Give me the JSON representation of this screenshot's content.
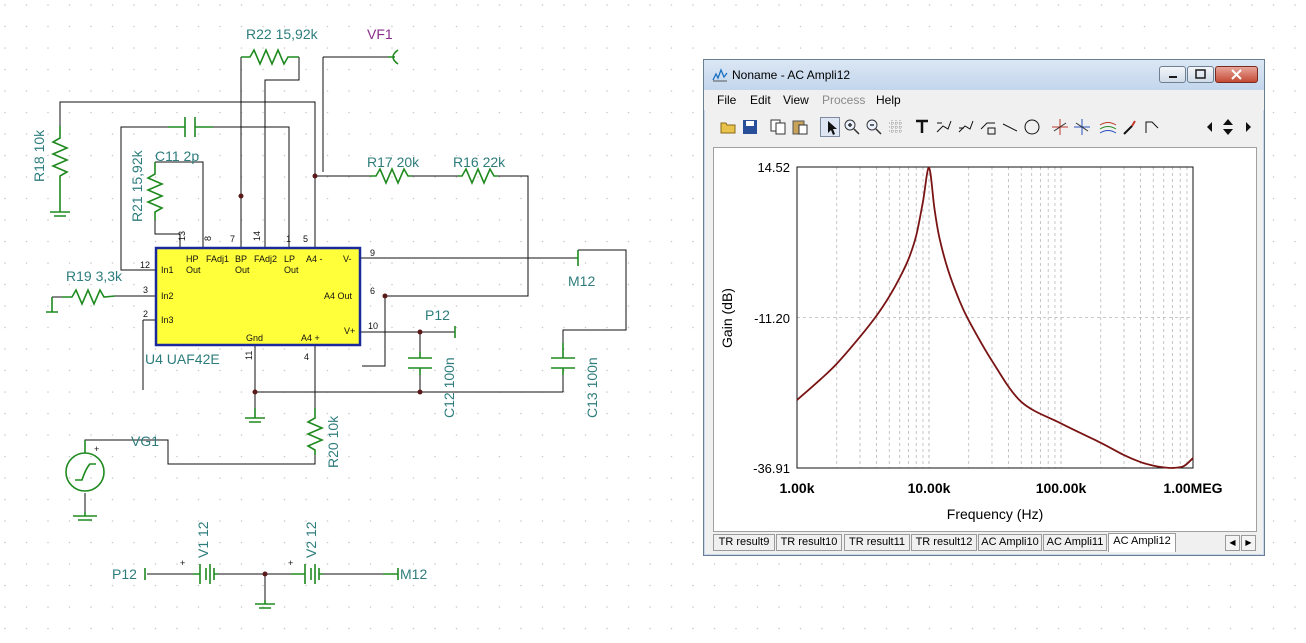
{
  "schematic": {
    "components": {
      "r22": "R22 15,92k",
      "vf1": "VF1",
      "r18": "R18 10k",
      "r21": "R21 15,92k",
      "c11": "C11 2p",
      "r17": "R17 20k",
      "r16": "R16 22k",
      "m12_node": "M12",
      "r19": "R19 3,3k",
      "p12_node": "P12",
      "c12": "C12 100n",
      "c13": "C13 100n",
      "u4": "U4 UAF42E",
      "r20": "R20 10k",
      "vg1": "VG1",
      "v1": "V1 12",
      "v2": "V2 12",
      "p12_supply": "P12",
      "m12_supply": "M12"
    },
    "ic_pins": {
      "in1": "In1",
      "in2": "In2",
      "in3": "In3",
      "hp": "HP",
      "hp2": "Out",
      "fadj1": "FAdj1",
      "bp": "BP",
      "bp2": "Out",
      "fadj2": "FAdj2",
      "lp": "LP",
      "lp2": "Out",
      "a4m": "A4 -",
      "vminus": "V-",
      "a4out": "A4 Out",
      "vplus": "V+",
      "gnd": "Gnd",
      "a4p": "A4 +"
    },
    "pin_numbers": {
      "p13": "13",
      "p8": "8",
      "p7": "7",
      "p14": "14",
      "p1": "1",
      "p5": "5",
      "p12": "12",
      "p3": "3",
      "p2": "2",
      "p9": "9",
      "p6": "6",
      "p10": "10",
      "p11": "11",
      "p4": "4"
    },
    "polarity": {
      "plus": "+"
    }
  },
  "window": {
    "title": "Noname - AC Ampli12",
    "menu": [
      "File",
      "Edit",
      "View",
      "Process",
      "Help"
    ],
    "menu_disabled": [
      false,
      false,
      false,
      true,
      false
    ],
    "toolbar_icons": [
      "open-icon",
      "save-icon",
      "copy-icon",
      "paste-icon",
      "pointer-icon",
      "zoom-in-icon",
      "zoom-out-icon",
      "grid-icon",
      "text-icon",
      "marker-a-icon",
      "marker-b-icon",
      "marker-c-icon",
      "line-icon",
      "ellipse-icon",
      "cursor-a-icon",
      "cursor-b-icon",
      "series-icon",
      "probe-icon",
      "step-icon",
      "scroll-left-icon",
      "scroll-updown-icon",
      "scroll-right-icon"
    ],
    "tabs": [
      "TR result9",
      "TR result10",
      "TR result11",
      "TR result12",
      "AC Ampli10",
      "AC Ampli11",
      "AC Ampli12"
    ],
    "active_tab": 6,
    "colors": {
      "curve": "#7a1414",
      "grid": "#b8b8b8"
    }
  },
  "chart_data": {
    "type": "line",
    "title": "",
    "xlabel": "Frequency (Hz)",
    "ylabel": "Gain (dB)",
    "xscale": "log",
    "xlim": [
      1000,
      1000000
    ],
    "ylim": [
      -36.91,
      14.52
    ],
    "xticks": [
      "1.00k",
      "10.00k",
      "100.00k",
      "1.00MEG"
    ],
    "yticks": [
      "14.52",
      "-11.20",
      "-36.91"
    ],
    "grid": true,
    "series": [
      {
        "x": [
          1000,
          1500,
          2000,
          3000,
          4000,
          5000,
          6000,
          7000,
          8000,
          9000,
          10000,
          11000,
          12000,
          14000,
          17000,
          20000,
          30000,
          50000,
          100000,
          200000,
          300000,
          400000,
          500000,
          600000,
          700000,
          850000,
          1000000
        ],
        "values": [
          -25.3,
          -21.8,
          -19.1,
          -14.5,
          -10.9,
          -7.6,
          -4.4,
          -1.2,
          2.8,
          8.6,
          14.4,
          7.4,
          2.4,
          -3.2,
          -8.3,
          -11.7,
          -18.6,
          -25.6,
          -29.3,
          -32.6,
          -34.7,
          -35.9,
          -36.5,
          -36.8,
          -36.9,
          -36.6,
          -35.2
        ]
      }
    ]
  }
}
